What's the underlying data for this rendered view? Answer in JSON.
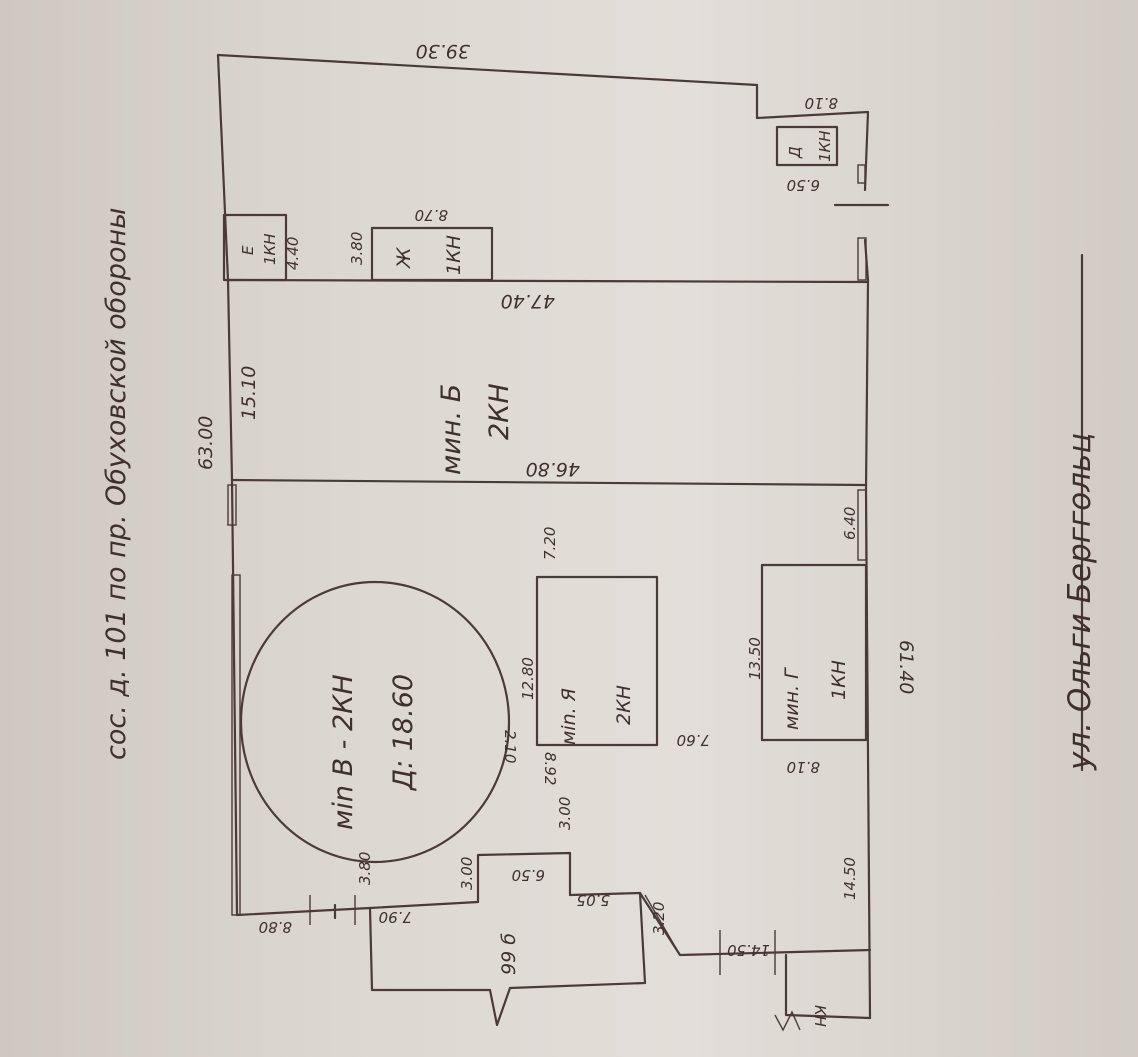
{
  "caption": "сос. д. 101 по пр. Обуховской обороны",
  "street": "ул. Ольги Берггольц",
  "dims": {
    "top_wall": "39.30",
    "left_mid": "63.00",
    "right_mid": "61.40",
    "e_room": "4.40",
    "zh_a": "8.70",
    "zh_b": "3.80",
    "div_upper": "47.40",
    "b_side": "15.10",
    "div_lower": "46.80",
    "d_a": "8.10",
    "d_b": "6.50",
    "ya_a": "7.20",
    "ya_b": "12.80",
    "ya_c": "2.10",
    "ya_d": "8.92",
    "gap": "7.60",
    "g_a": "6.40",
    "g_b": "13.50",
    "g_c": "8.10",
    "low_a": "3.00",
    "low_b": "3.80",
    "low_c": "14.50",
    "st_a": "3.00",
    "st_b": "6.50",
    "st_c": "5.05",
    "st_d": "7.90",
    "st_e": "3.20",
    "st_f": "8.80",
    "st_g": "14.50",
    "st_label": "99 б"
  },
  "rooms": {
    "e": {
      "letter": "Е",
      "count": "1КН"
    },
    "zh": {
      "letter": "Ж",
      "count": "1КН"
    },
    "d": {
      "letter": "Д",
      "count": "1КН"
    },
    "b": {
      "label": "мин. Б",
      "count": "2КН"
    },
    "ya": {
      "label": "мin. Я",
      "count": "2КН"
    },
    "g": {
      "label": "мин. Г",
      "count": "1КН"
    },
    "v": {
      "label": "мin В - 2КН",
      "dia": "Д: 18.60"
    },
    "k": {
      "count": "КН"
    }
  }
}
